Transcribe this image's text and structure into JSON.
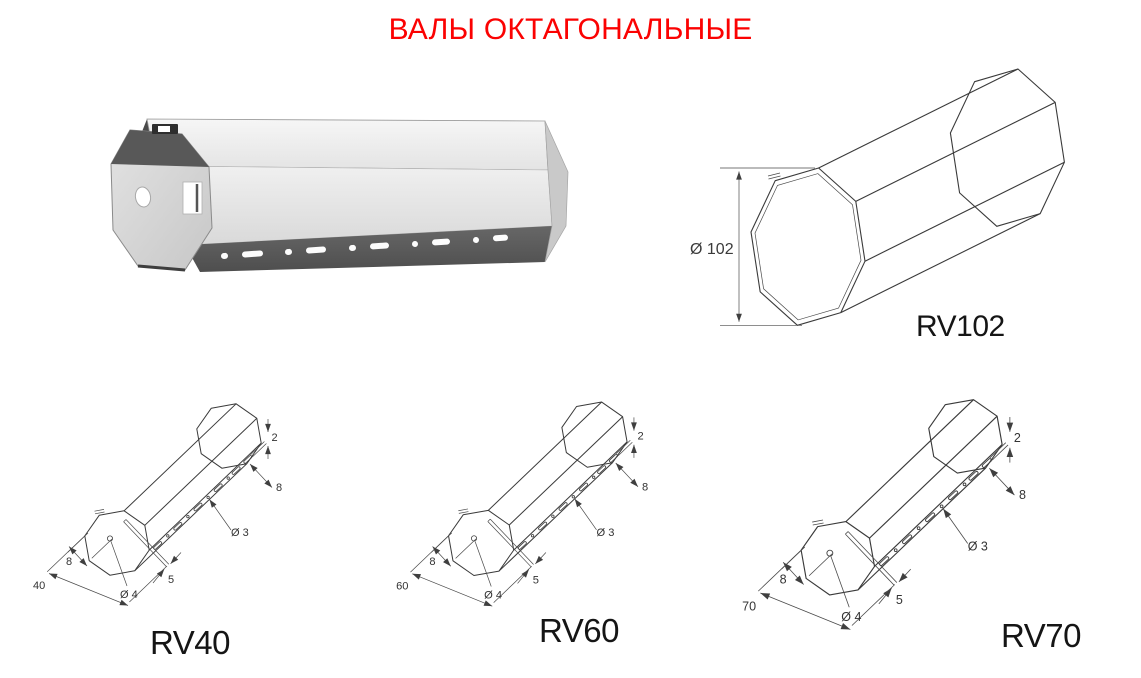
{
  "page": {
    "title": "ВАЛЫ ОКТАГОНАЛЬНЫЕ",
    "title_color": "#fb0202",
    "background": "#ffffff"
  },
  "photo": {
    "description_colors": {
      "shaft_light": "#e9e9e9",
      "shaft_dark": "#5b5b5b"
    }
  },
  "rv102": {
    "label": "RV102",
    "diameter_dim": "Ø 102"
  },
  "drawings": [
    {
      "label": "RV40",
      "dims": {
        "slot_height": "2",
        "slot_length": "8",
        "side_hole": "Ø 3",
        "end_offset": "8",
        "groove_width": "5",
        "shaft_size": "40",
        "end_hole": "Ø 4"
      }
    },
    {
      "label": "RV60",
      "dims": {
        "slot_height": "2",
        "slot_length": "8",
        "side_hole": "Ø 3",
        "end_offset": "8",
        "groove_width": "5",
        "shaft_size": "60",
        "end_hole": "Ø 4"
      }
    },
    {
      "label": "RV70",
      "dims": {
        "slot_height": "2",
        "slot_length": "8",
        "side_hole": "Ø 3",
        "end_offset": "8",
        "groove_width": "5",
        "shaft_size": "70",
        "end_hole": "Ø 4"
      }
    }
  ]
}
